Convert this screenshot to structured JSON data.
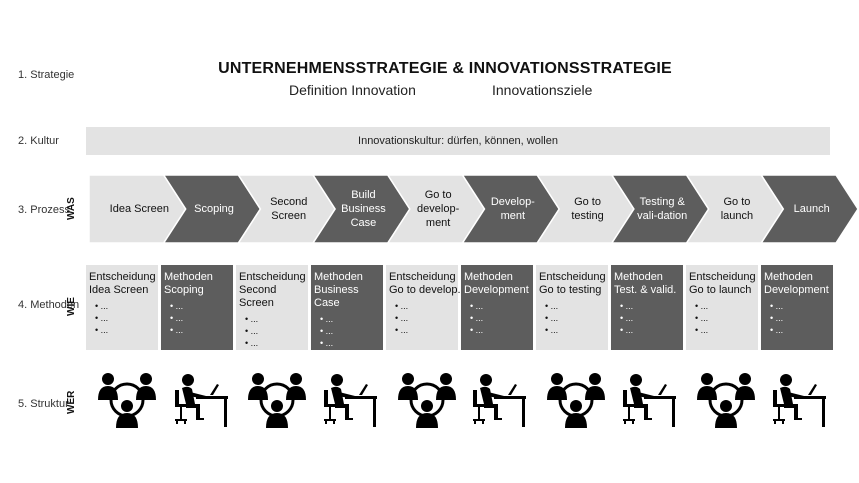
{
  "rows": {
    "strategie": "1. Strategie",
    "kultur": "2. Kultur",
    "prozess": "3. Prozess",
    "methoden": "4. Methoden",
    "struktur": "5. Struktur"
  },
  "tags": {
    "was": "WAS",
    "wie": "WIE",
    "wer": "WER"
  },
  "strategy": {
    "title": "UNTERNEHMENSSTRATEGIE & INNOVATIONSSTRATEGIE",
    "sub_left": "Definition Innovation",
    "sub_right": "Innovationsziele"
  },
  "kultur_text": "Innovationskultur: dürfen, können, wollen",
  "process_steps": [
    {
      "label": "Idea Screen",
      "style": "light"
    },
    {
      "label": "Scoping",
      "style": "dark"
    },
    {
      "label": "Second Screen",
      "style": "light"
    },
    {
      "label": "Build Business Case",
      "style": "dark"
    },
    {
      "label": "Go to develop-ment",
      "style": "light"
    },
    {
      "label": "Develop-ment",
      "style": "dark"
    },
    {
      "label": "Go to testing",
      "style": "light"
    },
    {
      "label": "Testing & vali-dation",
      "style": "dark"
    },
    {
      "label": "Go to launch",
      "style": "light"
    },
    {
      "label": "Launch",
      "style": "dark"
    }
  ],
  "methods": [
    {
      "lines": [
        "Entscheidung",
        "Idea Screen"
      ],
      "bullets": [
        "...",
        "...",
        "..."
      ],
      "style": "light"
    },
    {
      "lines": [
        "Methoden",
        "Scoping"
      ],
      "bullets": [
        "...",
        "...",
        "..."
      ],
      "style": "dark"
    },
    {
      "lines": [
        "Entscheidung",
        "Second",
        "Screen"
      ],
      "bullets": [
        "...",
        "...",
        "..."
      ],
      "style": "light"
    },
    {
      "lines": [
        "Methoden",
        "Business",
        "Case"
      ],
      "bullets": [
        "...",
        "...",
        "..."
      ],
      "style": "dark"
    },
    {
      "lines": [
        "Entscheidung",
        "Go to develop."
      ],
      "bullets": [
        "...",
        "...",
        "..."
      ],
      "style": "light"
    },
    {
      "lines": [
        "Methoden",
        "Development"
      ],
      "bullets": [
        "...",
        "...",
        "..."
      ],
      "style": "dark"
    },
    {
      "lines": [
        "Entscheidung",
        "Go to testing"
      ],
      "bullets": [
        "...",
        "...",
        "..."
      ],
      "style": "light"
    },
    {
      "lines": [
        "Methoden",
        "Test. & valid."
      ],
      "bullets": [
        "...",
        "...",
        "..."
      ],
      "style": "dark"
    },
    {
      "lines": [
        "Entscheidung",
        "Go to launch"
      ],
      "bullets": [
        "...",
        "...",
        "..."
      ],
      "style": "light"
    },
    {
      "lines": [
        "Methoden",
        "Development"
      ],
      "bullets": [
        "...",
        "...",
        "..."
      ],
      "style": "dark"
    }
  ],
  "structure_icons": [
    "team-meeting-icon",
    "person-at-desk-icon",
    "team-meeting-icon",
    "person-at-desk-icon",
    "team-meeting-icon",
    "person-at-desk-icon",
    "team-meeting-icon",
    "person-at-desk-icon",
    "team-meeting-icon",
    "person-at-desk-icon"
  ],
  "colors": {
    "light": "#e3e3e3",
    "dark": "#5d5d5d",
    "icon": "#000000"
  }
}
